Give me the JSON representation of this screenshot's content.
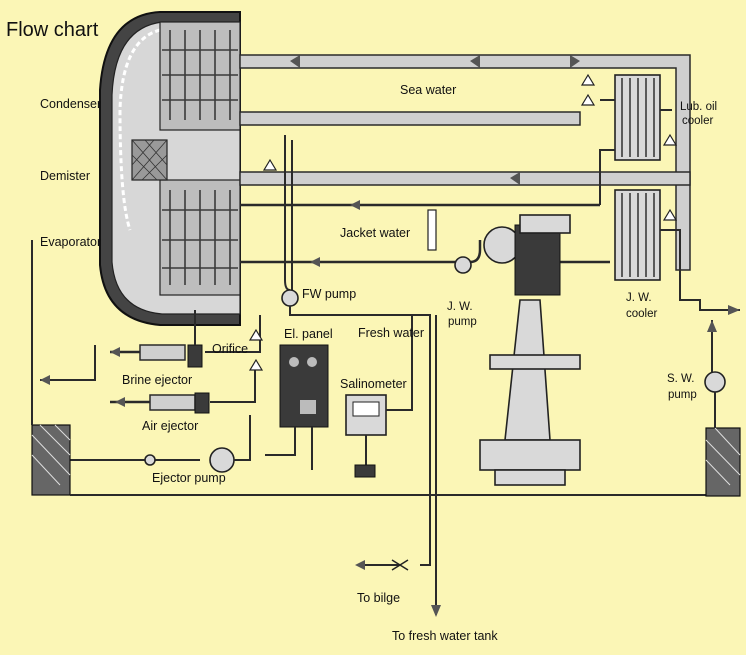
{
  "diagram": {
    "title": "Flow chart",
    "labels": {
      "condenser": "Condenser",
      "demister": "Demister",
      "evaporator": "Evaporator",
      "sea_water": "Sea water",
      "lub_oil_cooler_1": "Lub. oil",
      "lub_oil_cooler_2": "cooler",
      "jacket_water": "Jacket water",
      "fw_pump": "FW pump",
      "jw_pump_1": "J. W.",
      "jw_pump_2": "pump",
      "fresh_water": "Fresh water",
      "jw_cooler_1": "J. W.",
      "jw_cooler_2": "cooler",
      "orifice": "Orifice",
      "el_panel": "El. panel",
      "salinometer": "Salinometer",
      "brine_ejector": "Brine ejector",
      "air_ejector": "Air ejector",
      "ejector_pump": "Ejector pump",
      "sw_pump_1": "S. W.",
      "sw_pump_2": "pump",
      "to_bilge": "To bilge",
      "to_fresh_water_tank": "To fresh water tank"
    }
  }
}
